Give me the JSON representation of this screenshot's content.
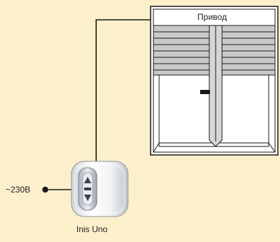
{
  "labels": {
    "drive": "Привод",
    "power": "~230В",
    "device": "Inis Uno"
  },
  "icons": {
    "window": "window-with-shutter-icon",
    "switch": "wall-switch-icon",
    "terminal": "power-terminal-dot-icon"
  },
  "colors": {
    "background": "#fbefcc",
    "line": "#1a1a1a",
    "shutter_slat": "#c9c9c9",
    "frame": "#ffffff"
  }
}
